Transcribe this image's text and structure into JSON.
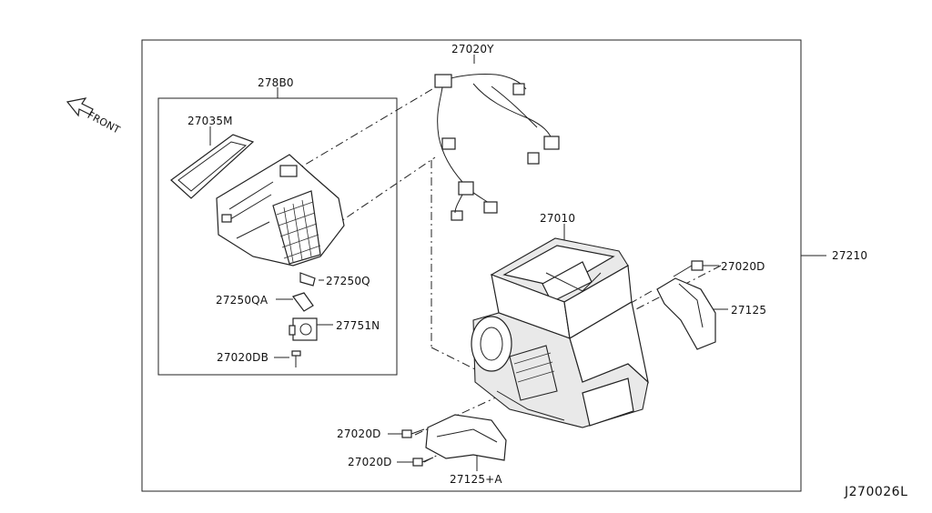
{
  "diagram": {
    "figure_ref": "J270026L",
    "front_label": "FRONT",
    "labels": {
      "harness": "27020Y",
      "sub_assembly": "278B0",
      "gasket": "27035M",
      "heater_unit": "27010",
      "assembly": "27210",
      "screw_right": "27020D",
      "duct_right": "27125",
      "lever": "27250Q",
      "lever_a": "27250QA",
      "actuator": "27751N",
      "screw_actuator": "27020DB",
      "screw_bottom_1": "27020D",
      "screw_bottom_2": "27020D",
      "duct_bottom": "27125+A"
    }
  }
}
